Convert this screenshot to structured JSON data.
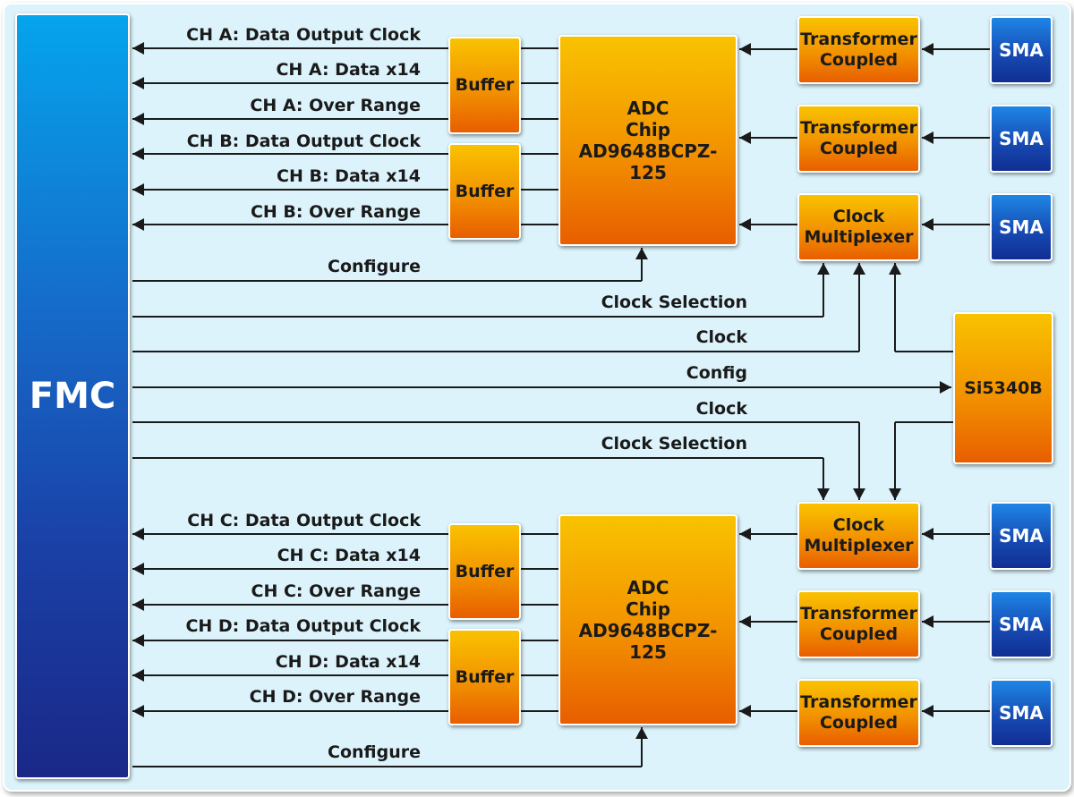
{
  "fmc": {
    "label": "FMC"
  },
  "adc_top": {
    "label": "ADC\nChip\nAD9648BCPZ-125"
  },
  "adc_bottom": {
    "label": "ADC\nChip\nAD9648BCPZ-125"
  },
  "buffer_label": "Buffer",
  "transformer_label": "Transformer\nCoupled",
  "clock_mux_label": "Clock\nMultiplexer",
  "sma_label": "SMA",
  "si5340b": {
    "label": "Si5340B"
  },
  "signals_top": [
    "CH A: Data Output Clock",
    "CH A: Data x14",
    "CH A: Over Range",
    "CH B: Data Output Clock",
    "CH B: Data x14",
    "CH B: Over Range"
  ],
  "signals_bottom": [
    "CH C: Data Output Clock",
    "CH C: Data x14",
    "CH C: Over Range",
    "CH D: Data Output Clock",
    "CH D: Data x14",
    "CH D: Over Range"
  ],
  "configure_top": "Configure",
  "configure_bottom": "Configure",
  "middle": {
    "clock_selection_1": "Clock Selection",
    "clock_1": "Clock",
    "config": "Config",
    "clock_2": "Clock",
    "clock_selection_2": "Clock Selection"
  },
  "colors": {
    "wire": "#1a1a1a",
    "background": "#dcf3fb",
    "orange_top": "#f9c200",
    "orange_bottom": "#e85e00",
    "blue_top": "#05a4ec",
    "blue_bottom": "#1a2888"
  }
}
